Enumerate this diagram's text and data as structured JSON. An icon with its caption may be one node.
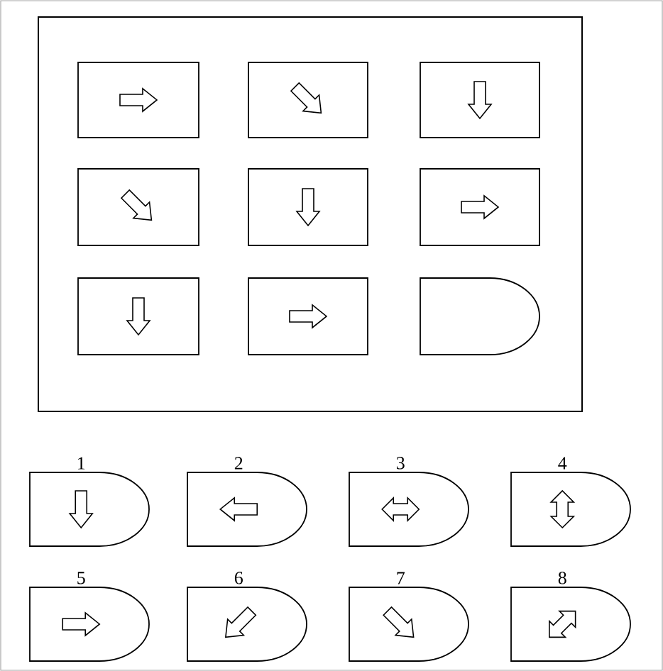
{
  "diagram": {
    "nodes": [
      {
        "text": [],
        "shape": "box"
      },
      {
        "text": [],
        "shape": "box",
        "in": 0
      },
      {
        "text": [],
        "shape": "box",
        "in": 0
      },
      {
        "text": [],
        "shape": "box",
        "in": 0
      },
      {
        "text": [],
        "shape": "box",
        "in": 0
      },
      {
        "text": [],
        "shape": "box",
        "in": 0
      },
      {
        "text": [],
        "shape": "box",
        "in": 0
      },
      {
        "text": [],
        "shape": "box",
        "in": 0
      },
      {
        "text": [],
        "shape": "box",
        "in": 0
      },
      {
        "text": [],
        "shape": "bullet",
        "in": 0
      },
      {
        "text": [
          "1"
        ]
      },
      {
        "text": [
          "2"
        ]
      },
      {
        "text": [
          "3"
        ]
      },
      {
        "text": [
          "4"
        ]
      },
      {
        "text": [
          "5"
        ]
      },
      {
        "text": [
          "6"
        ]
      },
      {
        "text": [
          "7"
        ]
      },
      {
        "text": [
          "8"
        ]
      }
    ]
  }
}
